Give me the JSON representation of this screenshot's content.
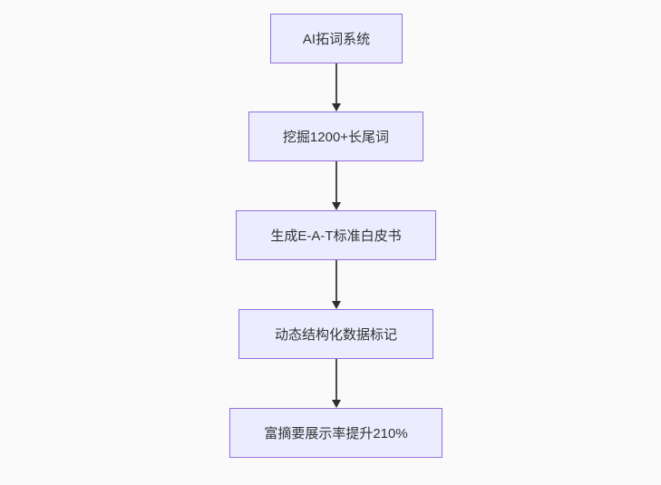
{
  "diagram": {
    "type": "flowchart-vertical",
    "colors": {
      "background": "#fafafa",
      "node_fill": "#ECECFF",
      "node_border": "#9370DB",
      "text": "#333333",
      "arrow": "#333333"
    },
    "nodes": [
      {
        "label": "AI拓词系统"
      },
      {
        "label": "挖掘1200+长尾词"
      },
      {
        "label": "生成E-A-T标准白皮书"
      },
      {
        "label": "动态结构化数据标记"
      },
      {
        "label": "富摘要展示率提升210%"
      }
    ],
    "edges": [
      {
        "from": 0,
        "to": 1
      },
      {
        "from": 1,
        "to": 2
      },
      {
        "from": 2,
        "to": 3
      },
      {
        "from": 3,
        "to": 4
      }
    ]
  }
}
